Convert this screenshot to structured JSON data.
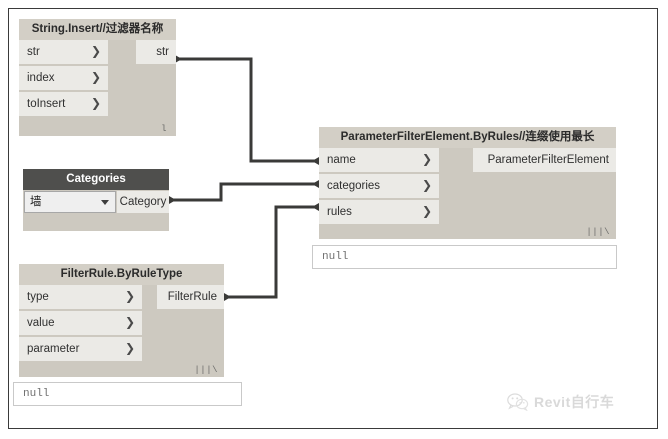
{
  "canvas": {
    "background": "#ffffff",
    "border_color": "#3a3a3a"
  },
  "nodes": [
    {
      "id": "string-insert",
      "title": "String.Insert//过滤器名称",
      "header_style": "light",
      "inputs": [
        {
          "label": "str"
        },
        {
          "label": "index"
        },
        {
          "label": "toInsert"
        }
      ],
      "outputs": [
        {
          "label": "str"
        }
      ],
      "lacing": "l"
    },
    {
      "id": "categories",
      "title": "Categories",
      "header_style": "dark",
      "dropdown_value": "墙",
      "outputs": [
        {
          "label": "Category"
        }
      ]
    },
    {
      "id": "parameter-filter-element",
      "title": "ParameterFilterElement.ByRules//连缀使用最长",
      "header_style": "light",
      "inputs": [
        {
          "label": "name"
        },
        {
          "label": "categories"
        },
        {
          "label": "rules"
        }
      ],
      "outputs": [
        {
          "label": "ParameterFilterElement"
        }
      ],
      "lacing": "|||\\"
    },
    {
      "id": "filter-rule",
      "title": "FilterRule.ByRuleType",
      "header_style": "light",
      "inputs": [
        {
          "label": "type"
        },
        {
          "label": "value"
        },
        {
          "label": "parameter"
        }
      ],
      "outputs": [
        {
          "label": "FilterRule"
        }
      ],
      "lacing": "|||\\"
    }
  ],
  "watchers": [
    {
      "id": "watcher-right",
      "value": "null"
    },
    {
      "id": "watcher-left",
      "value": "null"
    }
  ],
  "connections": [
    {
      "from": "string-insert.str",
      "to": "parameter-filter-element.name"
    },
    {
      "from": "categories.Category",
      "to": "parameter-filter-element.categories"
    },
    {
      "from": "filter-rule.FilterRule",
      "to": "parameter-filter-element.rules"
    }
  ],
  "watermark": {
    "text": "Revit自行车",
    "icon": "wechat-icon",
    "color": "#d9d9d9"
  },
  "colors": {
    "node_body": "#cdc9c0",
    "node_header_light": "#d3cfc6",
    "node_header_dark": "#4f4f4d",
    "port_row": "#ebeae6",
    "wire": "#3a3a38"
  }
}
